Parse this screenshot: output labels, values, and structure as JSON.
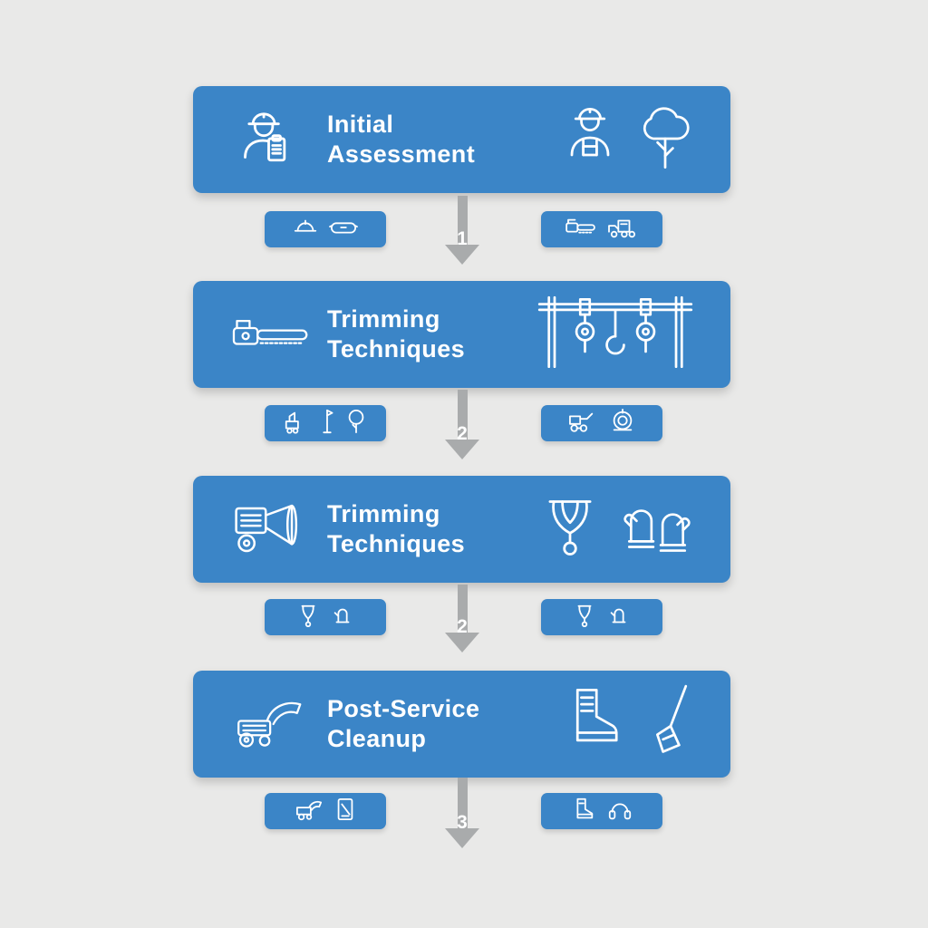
{
  "page": {
    "background_color": "#e9e9e8",
    "type": "process-flow-infographic"
  },
  "colors": {
    "banner_blue": "#3b85c7",
    "chip_blue": "#3b85c7",
    "arrow_gray": "#a9abac",
    "icon_stroke": "#ffffff",
    "title_text": "#ffffff"
  },
  "steps": [
    {
      "title_line1": "Initial",
      "title_line2": "Assessment",
      "left_icon": "worker-clipboard-icon",
      "right_icons": [
        "worker-overalls-icon",
        "tree-icon"
      ]
    },
    {
      "title_line1": "Trimming",
      "title_line2": "Techniques",
      "left_icon": "chainsaw-icon",
      "right_icons": [
        "rigging-pulleys-icon"
      ]
    },
    {
      "title_line1": "Trimming",
      "title_line2": "Techniques",
      "left_icon": "wood-chipper-icon",
      "right_icons": [
        "harness-icon",
        "gloves-icon"
      ]
    },
    {
      "title_line1": "Post-Service",
      "title_line2": "Cleanup",
      "left_icon": "chipper-machine-icon",
      "right_icons": [
        "work-boot-icon",
        "broom-icon"
      ]
    }
  ],
  "chips": [
    {
      "row": 1,
      "left_icons": [
        "hard-hat-icon",
        "safety-goggles-icon"
      ],
      "right_icons": [
        "chainsaw-small-icon",
        "loader-truck-icon"
      ]
    },
    {
      "row": 2,
      "left_icons": [
        "lift-equipment-icon",
        "pole-saw-icon",
        "small-tree-icon"
      ],
      "right_icons": [
        "wheeled-loader-icon",
        "hose-reel-icon"
      ]
    },
    {
      "row": 3,
      "left_icons": [
        "harness-small-icon",
        "glove-small-icon"
      ],
      "right_icons": [
        "harness-small-icon",
        "glove-small-icon"
      ]
    },
    {
      "row": 4,
      "left_icons": [
        "mower-small-icon",
        "checklist-tablet-icon"
      ],
      "right_icons": [
        "boot-small-icon",
        "ear-protection-icon"
      ]
    }
  ],
  "arrows": [
    {
      "label": "1"
    },
    {
      "label": "2"
    },
    {
      "label": "2"
    },
    {
      "label": "3"
    }
  ]
}
